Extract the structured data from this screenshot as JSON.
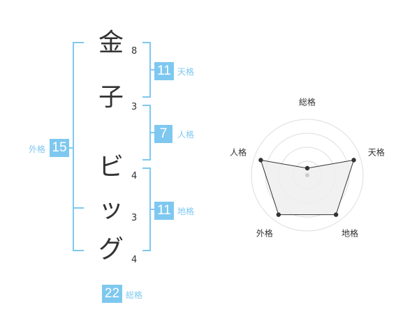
{
  "name": {
    "chars": [
      {
        "char": "金",
        "strokes": "8"
      },
      {
        "char": "子",
        "strokes": "3"
      },
      {
        "char": "ビ",
        "strokes": "4"
      },
      {
        "char": "ッ",
        "strokes": "3"
      },
      {
        "char": "グ",
        "strokes": "4"
      }
    ]
  },
  "kaku": {
    "tenkaku": {
      "label": "天格",
      "value": "11"
    },
    "jinkaku": {
      "label": "人格",
      "value": "7"
    },
    "chikaku": {
      "label": "地格",
      "value": "11"
    },
    "gaikaku": {
      "label": "外格",
      "value": "15"
    },
    "soukaku": {
      "label": "総格",
      "value": "22"
    }
  },
  "chart_data": {
    "type": "radar",
    "axes": [
      "総格",
      "天格",
      "地格",
      "外格",
      "人格"
    ],
    "rings": 4,
    "ring_max": 4,
    "values": [
      0.5,
      3.5,
      3.5,
      3.5,
      3.5
    ],
    "colors": {
      "line": "#333333",
      "fill": "#efefef",
      "ring": "#dddddd",
      "center": "#cccccc"
    }
  }
}
